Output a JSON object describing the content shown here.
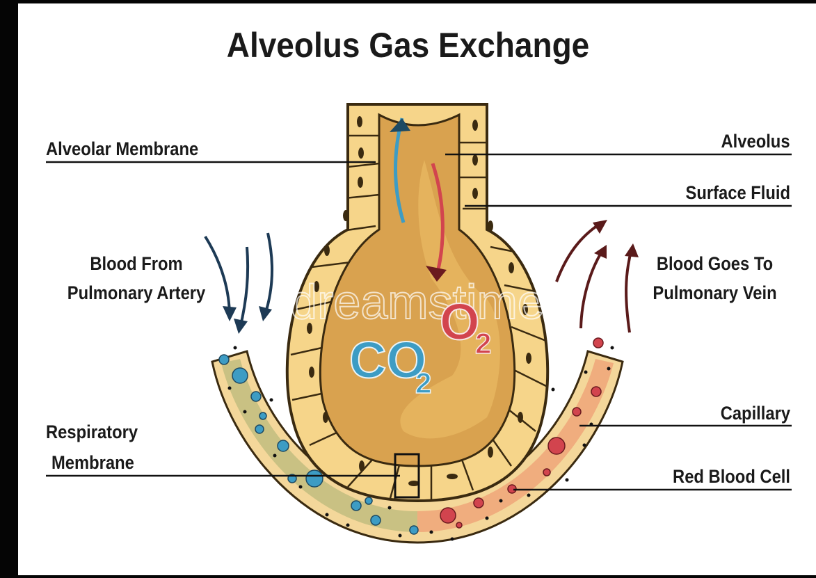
{
  "title": "Alveolus Gas Exchange",
  "labels": {
    "alveolar_membrane": "Alveolar Membrane",
    "alveolus": "Alveolus",
    "surface_fluid": "Surface Fluid",
    "blood_from_line1": "Blood From",
    "blood_from_line2": "Pulmonary Artery",
    "blood_goes_line1": "Blood Goes To",
    "blood_goes_line2": "Pulmonary Vein",
    "capillary": "Capillary",
    "respiratory_line1": "Respiratory",
    "respiratory_line2": "Membrane",
    "red_blood_cell": "Red Blood Cell"
  },
  "gases": {
    "co2_main": "CO",
    "co2_sub": "2",
    "o2_main": "O",
    "o2_sub": "2"
  },
  "watermark": "dreamstime",
  "colors": {
    "cell_fill": "#f6d58a",
    "cell_stroke": "#3a2a10",
    "alveolus_inner": "#d9a24f",
    "fluid": "#e6b45e",
    "co2_blue": "#3d9cc4",
    "o2_red": "#d2444e",
    "arrow_dark_blue": "#1d3a55",
    "arrow_dark_red": "#5a1a1a",
    "capillary_blue_side": "#c9c183",
    "capillary_red_side": "#f0ad7e"
  }
}
